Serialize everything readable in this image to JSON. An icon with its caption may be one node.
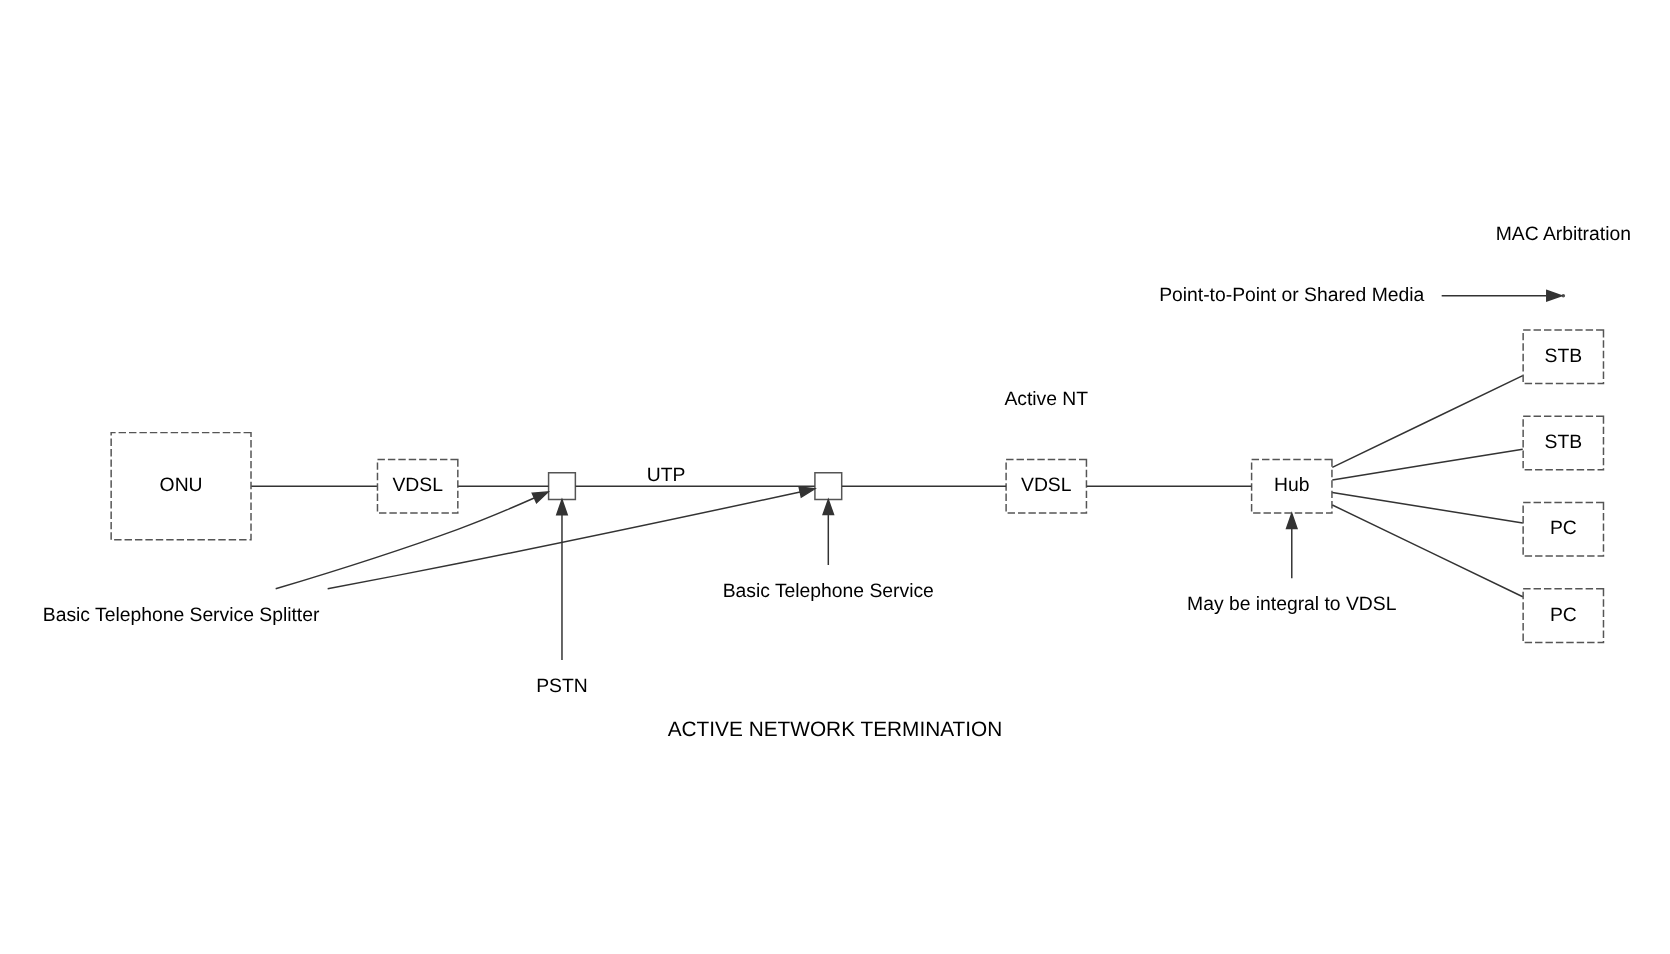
{
  "diagram": {
    "caption": "ACTIVE NETWORK TERMINATION",
    "nodes": [
      {
        "text": [
          "ONU"
        ]
      },
      {
        "text": [
          "VDSL"
        ]
      },
      {
        "text": [],
        "shape": "box"
      },
      {
        "text": [],
        "shape": "box"
      },
      {
        "text": [
          "VDSL"
        ]
      },
      {
        "text": [
          "Hub"
        ]
      },
      {
        "text": [
          "STB"
        ]
      },
      {
        "text": [
          "STB"
        ]
      },
      {
        "text": [
          "PC"
        ]
      },
      {
        "text": [
          "PC"
        ]
      },
      {
        "text": [
          "PSTN"
        ]
      },
      {
        "text": [
          "Basic Telephone Service Splitter"
        ]
      },
      {
        "text": [
          "Basic Telephone Service"
        ]
      },
      {
        "text": [
          "May be integral to VDSL"
        ]
      },
      {
        "text": [
          "Point-to-Point or Shared Media"
        ]
      }
    ],
    "edges": [
      {
        "from": 0,
        "to": 1,
        "arrow": "none"
      },
      {
        "from": 1,
        "to": 2,
        "arrow": "none"
      },
      {
        "from": 2,
        "to": 3,
        "arrow": "none",
        "label": "UTP"
      },
      {
        "from": 3,
        "to": 4,
        "arrow": "none"
      },
      {
        "from": 4,
        "to": 5,
        "arrow": "none"
      },
      {
        "from": 5,
        "to": 6,
        "arrow": "none"
      },
      {
        "from": 5,
        "to": 7,
        "arrow": "none"
      },
      {
        "from": 5,
        "to": 8,
        "arrow": "none"
      },
      {
        "from": 5,
        "to": 9,
        "arrow": "none"
      },
      {
        "from": 10,
        "to": 2,
        "arrow": "to"
      },
      {
        "from": 11,
        "to": 2,
        "arrow": "to"
      },
      {
        "from": 11,
        "to": 3,
        "arrow": "to"
      },
      {
        "from": 12,
        "to": 3,
        "arrow": "to"
      },
      {
        "from": 13,
        "to": 5,
        "arrow": "to"
      },
      {
        "from": 14,
        "to": null,
        "arrow": "to"
      }
    ],
    "labels": [
      "Active NT",
      "MAC Arbitration"
    ]
  }
}
